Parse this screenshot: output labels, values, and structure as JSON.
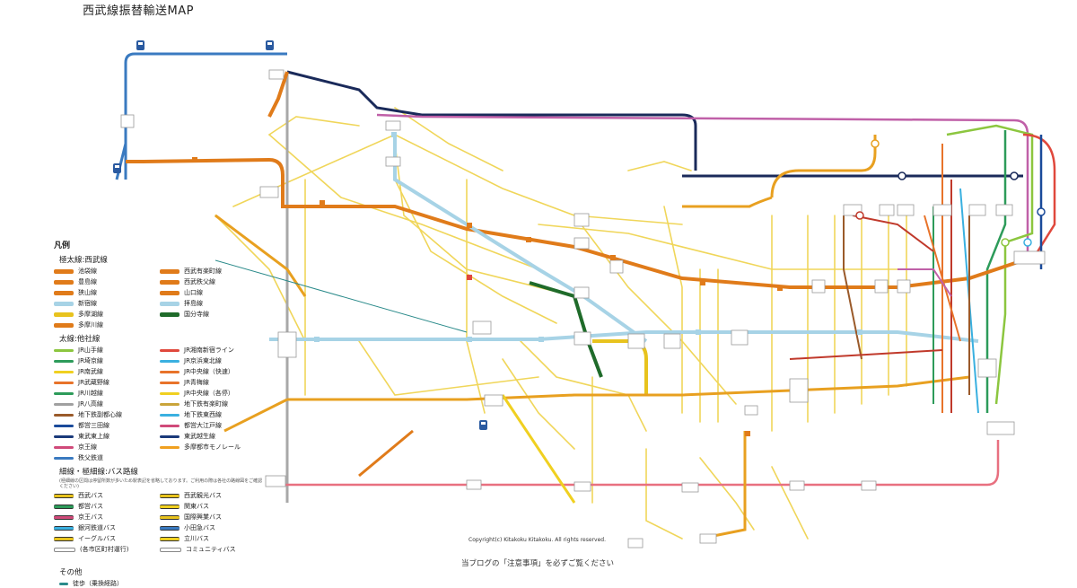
{
  "title": "西武線振替輸送MAP",
  "legend": {
    "heading": "凡例",
    "section_seibu": "極太線:西武線",
    "seibu_lines": [
      {
        "name": "池袋線",
        "color": "#e07b1a"
      },
      {
        "name": "西武有楽町線",
        "color": "#e07b1a"
      },
      {
        "name": "豊島線",
        "color": "#e07b1a"
      },
      {
        "name": "西武秩父線",
        "color": "#e07b1a"
      },
      {
        "name": "狭山線",
        "color": "#e07b1a"
      },
      {
        "name": "山口線",
        "color": "#e07b1a"
      },
      {
        "name": "新宿線",
        "color": "#a7d3e6"
      },
      {
        "name": "拝島線",
        "color": "#a7d3e6"
      },
      {
        "name": "多摩湖線",
        "color": "#e8c31e"
      },
      {
        "name": "国分寺線",
        "color": "#1f6b2a"
      },
      {
        "name": "多摩川線",
        "color": "#e07b1a"
      }
    ],
    "section_other": "太線:他社線",
    "other_lines": [
      {
        "name": "JR山手線",
        "color": "#8cc63f"
      },
      {
        "name": "JR湘南新宿ライン",
        "color": "#e0483c"
      },
      {
        "name": "JR埼京線",
        "color": "#2d9b5a"
      },
      {
        "name": "JR京浜東北線",
        "color": "#3ab0e0"
      },
      {
        "name": "JR南武線",
        "color": "#f0d020"
      },
      {
        "name": "JR中央線（快速）",
        "color": "#e8732a"
      },
      {
        "name": "JR武蔵野線",
        "color": "#e8732a"
      },
      {
        "name": "JR青梅線",
        "color": "#e8732a"
      },
      {
        "name": "JR川越線",
        "color": "#2d9b5a"
      },
      {
        "name": "JR中央線（各停）",
        "color": "#f0d020"
      },
      {
        "name": "JR八高線",
        "color": "#a0a0a0"
      },
      {
        "name": "地下鉄有楽町線",
        "color": "#c9a43a"
      },
      {
        "name": "地下鉄副都心線",
        "color": "#9a5a2a"
      },
      {
        "name": "地下鉄東西線",
        "color": "#3ab0e0"
      },
      {
        "name": "都営三田線",
        "color": "#1a4a9a"
      },
      {
        "name": "都営大江戸線",
        "color": "#d04a7a"
      },
      {
        "name": "東武東上線",
        "color": "#1a3a7a"
      },
      {
        "name": "東武越生線",
        "color": "#1a3a7a"
      },
      {
        "name": "京王線",
        "color": "#d04a7a"
      },
      {
        "name": "多摩都市モノレール",
        "color": "#f0a020"
      },
      {
        "name": "秩父鉄道",
        "color": "#3a7ac0"
      }
    ],
    "section_bus": "細線・極細線:バス路線",
    "bus_note": "(極細線の区間は停留所数が多いため駅表記を省略しております。ご利用の際は各社の路線図をご確認ください)",
    "bus_lines": [
      {
        "name": "西武バス",
        "color": "#e8c31e"
      },
      {
        "name": "西武観光バス",
        "color": "#e8c31e"
      },
      {
        "name": "都営バス",
        "color": "#2d9b5a"
      },
      {
        "name": "関東バス",
        "color": "#f0d020"
      },
      {
        "name": "京王バス",
        "color": "#d04a7a"
      },
      {
        "name": "国際興業バス",
        "color": "#e8c31e"
      },
      {
        "name": "銀河鉄道バス",
        "color": "#3ab0e0"
      },
      {
        "name": "小田急バス",
        "color": "#3a7ac0"
      },
      {
        "name": "イーグルバス",
        "color": "#e8c31e"
      },
      {
        "name": "立川バス",
        "color": "#f0d020"
      },
      {
        "name": "(各市区町村運行)",
        "color": "#ffffff"
      },
      {
        "name": "コミュニティバス",
        "color": "#ffffff"
      }
    ],
    "section_misc": "その他",
    "misc_item": "徒歩（乗換経路）"
  },
  "footer": {
    "copyright": "Copyright(c) Kitakoku Kitakoku. All rights reserved.",
    "notice": "当ブログの「注意事項」を必ずご覧ください"
  },
  "colors": {
    "seibu_ikebukuro": "#e07b1a",
    "seibu_shinjuku": "#a7d3e6",
    "seibu_tamako": "#e8c31e",
    "seibu_kokubunji": "#1f6b2a",
    "bus_yellow": "#f0d65a",
    "jr_chuo": "#e8732a",
    "tobu_tojo": "#1a2a5a",
    "jr_yamanote": "#8cc63f",
    "chichibu": "#3a7ac0",
    "oedo": "#c060a8",
    "monorail": "#f0a020",
    "keio": "#e06070"
  }
}
